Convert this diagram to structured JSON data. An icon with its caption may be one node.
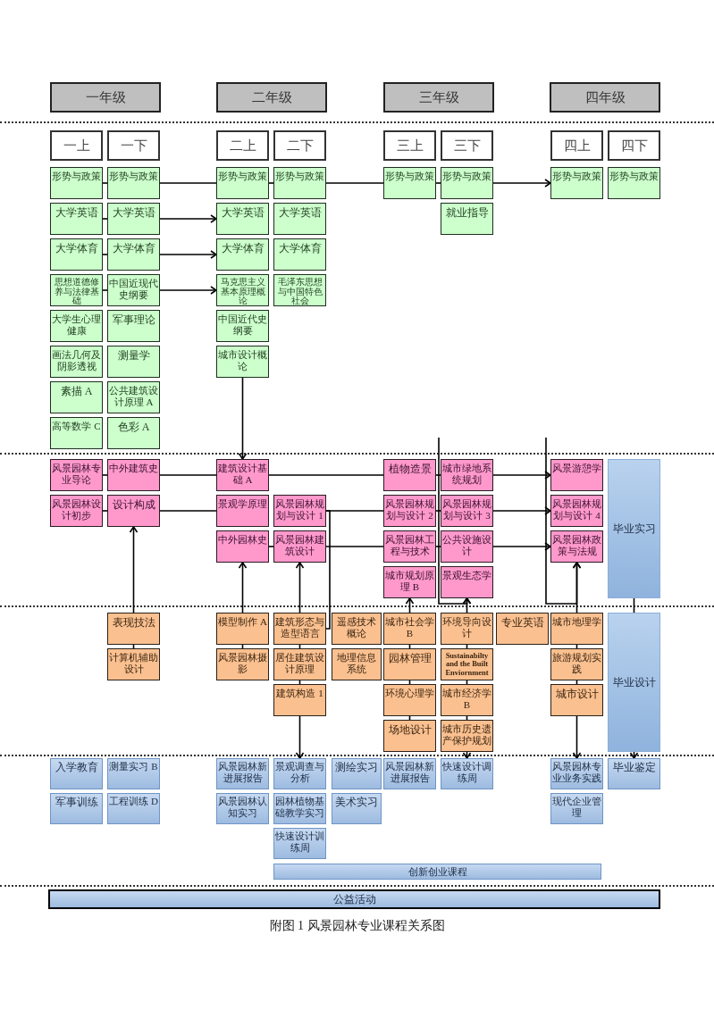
{
  "diagram": {
    "caption": "附图 1 风景园林专业课程关系图",
    "nodes": [
      {
        "text": [
          "一年级"
        ]
      },
      {
        "text": [
          "二年级"
        ]
      },
      {
        "text": [
          "三年级"
        ]
      },
      {
        "text": [
          "四年级"
        ]
      },
      {
        "text": [
          "一上"
        ]
      },
      {
        "text": [
          "一下"
        ]
      },
      {
        "text": [
          "二上"
        ]
      },
      {
        "text": [
          "二下"
        ]
      },
      {
        "text": [
          "三上"
        ]
      },
      {
        "text": [
          "三下"
        ]
      },
      {
        "text": [
          "四上"
        ]
      },
      {
        "text": [
          "四下"
        ]
      },
      {
        "text": [
          "形势与政策"
        ]
      },
      {
        "text": [
          "形势与政策"
        ]
      },
      {
        "text": [
          "形势与政策"
        ]
      },
      {
        "text": [
          "形势与政策"
        ]
      },
      {
        "text": [
          "形势与政策"
        ]
      },
      {
        "text": [
          "形势与政策"
        ]
      },
      {
        "text": [
          "形势与政策"
        ]
      },
      {
        "text": [
          "形势与政策"
        ]
      },
      {
        "text": [
          "大学英语"
        ]
      },
      {
        "text": [
          "大学英语"
        ]
      },
      {
        "text": [
          "大学英语"
        ]
      },
      {
        "text": [
          "大学英语"
        ]
      },
      {
        "text": [
          "就业指导"
        ]
      },
      {
        "text": [
          "大学体育"
        ]
      },
      {
        "text": [
          "大学体育"
        ]
      },
      {
        "text": [
          "大学体育"
        ]
      },
      {
        "text": [
          "大学体育"
        ]
      },
      {
        "text": [
          "思想道德修养与法律基础"
        ]
      },
      {
        "text": [
          "中国近现代史纲要"
        ]
      },
      {
        "text": [
          "马克思主义基本原理概论"
        ]
      },
      {
        "text": [
          "毛泽东思想与中国特色社会"
        ]
      },
      {
        "text": [
          "大学生心理健康"
        ]
      },
      {
        "text": [
          "军事理论"
        ]
      },
      {
        "text": [
          "中国近代史纲要"
        ]
      },
      {
        "text": [
          "画法几何及阴影透视"
        ]
      },
      {
        "text": [
          "测量学"
        ]
      },
      {
        "text": [
          "城市设计概论"
        ]
      },
      {
        "text": [
          "素描 A"
        ]
      },
      {
        "text": [
          "公共建筑设计原理 A"
        ]
      },
      {
        "text": [
          "高等数学 C"
        ]
      },
      {
        "text": [
          "色彩 A"
        ]
      },
      {
        "text": [
          "风景园林专业导论"
        ]
      },
      {
        "text": [
          "中外建筑史"
        ]
      },
      {
        "text": [
          "建筑设计基础 A"
        ]
      },
      {
        "text": [
          "植物造景"
        ]
      },
      {
        "text": [
          "城市绿地系统规划"
        ]
      },
      {
        "text": [
          "风景游憩学"
        ]
      },
      {
        "text": [
          "毕业实习"
        ]
      },
      {
        "text": [
          "风景园林设计初步"
        ]
      },
      {
        "text": [
          "设计构成"
        ]
      },
      {
        "text": [
          "景观学原理"
        ]
      },
      {
        "text": [
          "风景园林规划与设计 1"
        ]
      },
      {
        "text": [
          "风景园林规划与设计 2"
        ]
      },
      {
        "text": [
          "风景园林规划与设计 3"
        ]
      },
      {
        "text": [
          "风景园林规划与设计 4"
        ]
      },
      {
        "text": [
          "中外园林史"
        ]
      },
      {
        "text": [
          "风景园林建筑设计"
        ]
      },
      {
        "text": [
          "风景园林工程与技术"
        ]
      },
      {
        "text": [
          "公共设施设计"
        ]
      },
      {
        "text": [
          "风景园林政策与法规"
        ]
      },
      {
        "text": [
          "城市规划原理 B"
        ]
      },
      {
        "text": [
          "景观生态学"
        ]
      },
      {
        "text": [
          "表现技法"
        ]
      },
      {
        "text": [
          "模型制作 A"
        ]
      },
      {
        "text": [
          "建筑形态与造型语言"
        ]
      },
      {
        "text": [
          "遥感技术概论"
        ]
      },
      {
        "text": [
          "城市社会学 B"
        ]
      },
      {
        "text": [
          "环境导向设计"
        ]
      },
      {
        "text": [
          "专业英语"
        ]
      },
      {
        "text": [
          "城市地理学"
        ]
      },
      {
        "text": [
          "毕业设计"
        ]
      },
      {
        "text": [
          "计算机辅助设计"
        ]
      },
      {
        "text": [
          "风景园林摄影"
        ]
      },
      {
        "text": [
          "居住建筑设计原理"
        ]
      },
      {
        "text": [
          "地理信息系统"
        ]
      },
      {
        "text": [
          "园林管理"
        ]
      },
      {
        "text": [
          "Sustainabilty and the Built Enviornment"
        ]
      },
      {
        "text": [
          "旅游规划实践"
        ]
      },
      {
        "text": [
          "建筑构造 1"
        ]
      },
      {
        "text": [
          "环境心理学"
        ]
      },
      {
        "text": [
          "城市经济学 B"
        ]
      },
      {
        "text": [
          "城市设计"
        ]
      },
      {
        "text": [
          "场地设计"
        ]
      },
      {
        "text": [
          "城市历史遗产保护规划"
        ]
      },
      {
        "text": [
          "入学教育"
        ]
      },
      {
        "text": [
          "测量实习 B"
        ]
      },
      {
        "text": [
          "风景园林新进展报告"
        ]
      },
      {
        "text": [
          "景观调查与分析"
        ]
      },
      {
        "text": [
          "测绘实习"
        ]
      },
      {
        "text": [
          "风景园林新进展报告"
        ]
      },
      {
        "text": [
          "快速设计调练周"
        ]
      },
      {
        "text": [
          "风景园林专业业务实践"
        ]
      },
      {
        "text": [
          "毕业鉴定"
        ]
      },
      {
        "text": [
          "军事训练"
        ]
      },
      {
        "text": [
          "工程训练 D"
        ]
      },
      {
        "text": [
          "风景园林认知实习"
        ]
      },
      {
        "text": [
          "园林植物基础教学实习"
        ]
      },
      {
        "text": [
          "美术实习"
        ]
      },
      {
        "text": [
          "现代企业管理"
        ]
      },
      {
        "text": [
          "快速设计训练周"
        ]
      },
      {
        "text": [
          "创新创业课程"
        ]
      },
      {
        "text": [
          "公益活动"
        ]
      }
    ],
    "edges": [
      {
        "from": 12,
        "to": 13,
        "arrow": "none"
      },
      {
        "from": 13,
        "to": 14,
        "arrow": "none"
      },
      {
        "from": 14,
        "to": 15,
        "arrow": "none"
      },
      {
        "from": 15,
        "to": 16,
        "arrow": "none"
      },
      {
        "from": 16,
        "to": 17,
        "arrow": "none"
      },
      {
        "from": 17,
        "to": 18,
        "arrow": "to"
      },
      {
        "from": 20,
        "to": 21,
        "arrow": "none"
      },
      {
        "from": 21,
        "to": 22,
        "arrow": "to"
      },
      {
        "from": 25,
        "to": 26,
        "arrow": "none"
      },
      {
        "from": 26,
        "to": 27,
        "arrow": "to"
      },
      {
        "from": 29,
        "to": 30,
        "arrow": "none"
      },
      {
        "from": 30,
        "to": 31,
        "arrow": "to"
      },
      {
        "from": 38,
        "to": 45,
        "arrow": "to"
      },
      {
        "from": 43,
        "to": 44,
        "arrow": "none"
      },
      {
        "from": 44,
        "to": 45,
        "arrow": "none"
      },
      {
        "from": 45,
        "to": 46,
        "arrow": "none"
      },
      {
        "from": 46,
        "to": 47,
        "arrow": "none"
      },
      {
        "from": 47,
        "to": 48,
        "arrow": "to"
      },
      {
        "from": 50,
        "to": 51,
        "arrow": "none"
      },
      {
        "from": 51,
        "to": 52,
        "arrow": "none"
      },
      {
        "from": 53,
        "to": 54,
        "arrow": "none"
      },
      {
        "from": 54,
        "to": 55,
        "arrow": "none"
      },
      {
        "from": 55,
        "to": 56,
        "arrow": "to"
      },
      {
        "from": 57,
        "to": 58,
        "arrow": "none"
      },
      {
        "from": 58,
        "to": 59,
        "arrow": "none"
      },
      {
        "from": 59,
        "to": 60,
        "arrow": "none"
      },
      {
        "from": 60,
        "to": 61,
        "arrow": "to"
      },
      {
        "from": 64,
        "to": 51,
        "arrow": "to"
      },
      {
        "from": 64,
        "to": 73,
        "arrow": "none"
      },
      {
        "from": 65,
        "to": 57,
        "arrow": "to"
      },
      {
        "from": 65,
        "to": 74,
        "arrow": "none"
      },
      {
        "from": 66,
        "to": 58,
        "arrow": "to"
      },
      {
        "from": 66,
        "to": 75,
        "arrow": "none"
      },
      {
        "from": 75,
        "to": 80,
        "arrow": "none"
      },
      {
        "from": 68,
        "to": 62,
        "arrow": "to"
      },
      {
        "from": 68,
        "to": 77,
        "arrow": "none"
      },
      {
        "from": 77,
        "to": 81,
        "arrow": "none"
      },
      {
        "from": 81,
        "to": 84,
        "arrow": "none"
      },
      {
        "from": 69,
        "to": 63,
        "arrow": "to"
      },
      {
        "from": 69,
        "to": 78,
        "arrow": "none"
      },
      {
        "from": 78,
        "to": 82,
        "arrow": "none"
      },
      {
        "from": 82,
        "to": 85,
        "arrow": "none"
      },
      {
        "from": 71,
        "to": 61,
        "arrow": "to"
      },
      {
        "from": 71,
        "to": 79,
        "arrow": "none"
      },
      {
        "from": 79,
        "to": 83,
        "arrow": "none"
      },
      {
        "from": 49,
        "to": 72,
        "arrow": "none"
      },
      {
        "from": 80,
        "to": 89,
        "arrow": "to"
      },
      {
        "from": 85,
        "to": 92,
        "arrow": "to"
      },
      {
        "from": 83,
        "to": 93,
        "arrow": "to"
      },
      {
        "from": 72,
        "to": 94,
        "arrow": "to"
      },
      {
        "from": 66,
        "to": 53,
        "arrow": "none"
      },
      {
        "from": null,
        "to": 63,
        "arrow": "to"
      },
      {
        "from": null,
        "to": 61,
        "arrow": "to"
      }
    ]
  }
}
